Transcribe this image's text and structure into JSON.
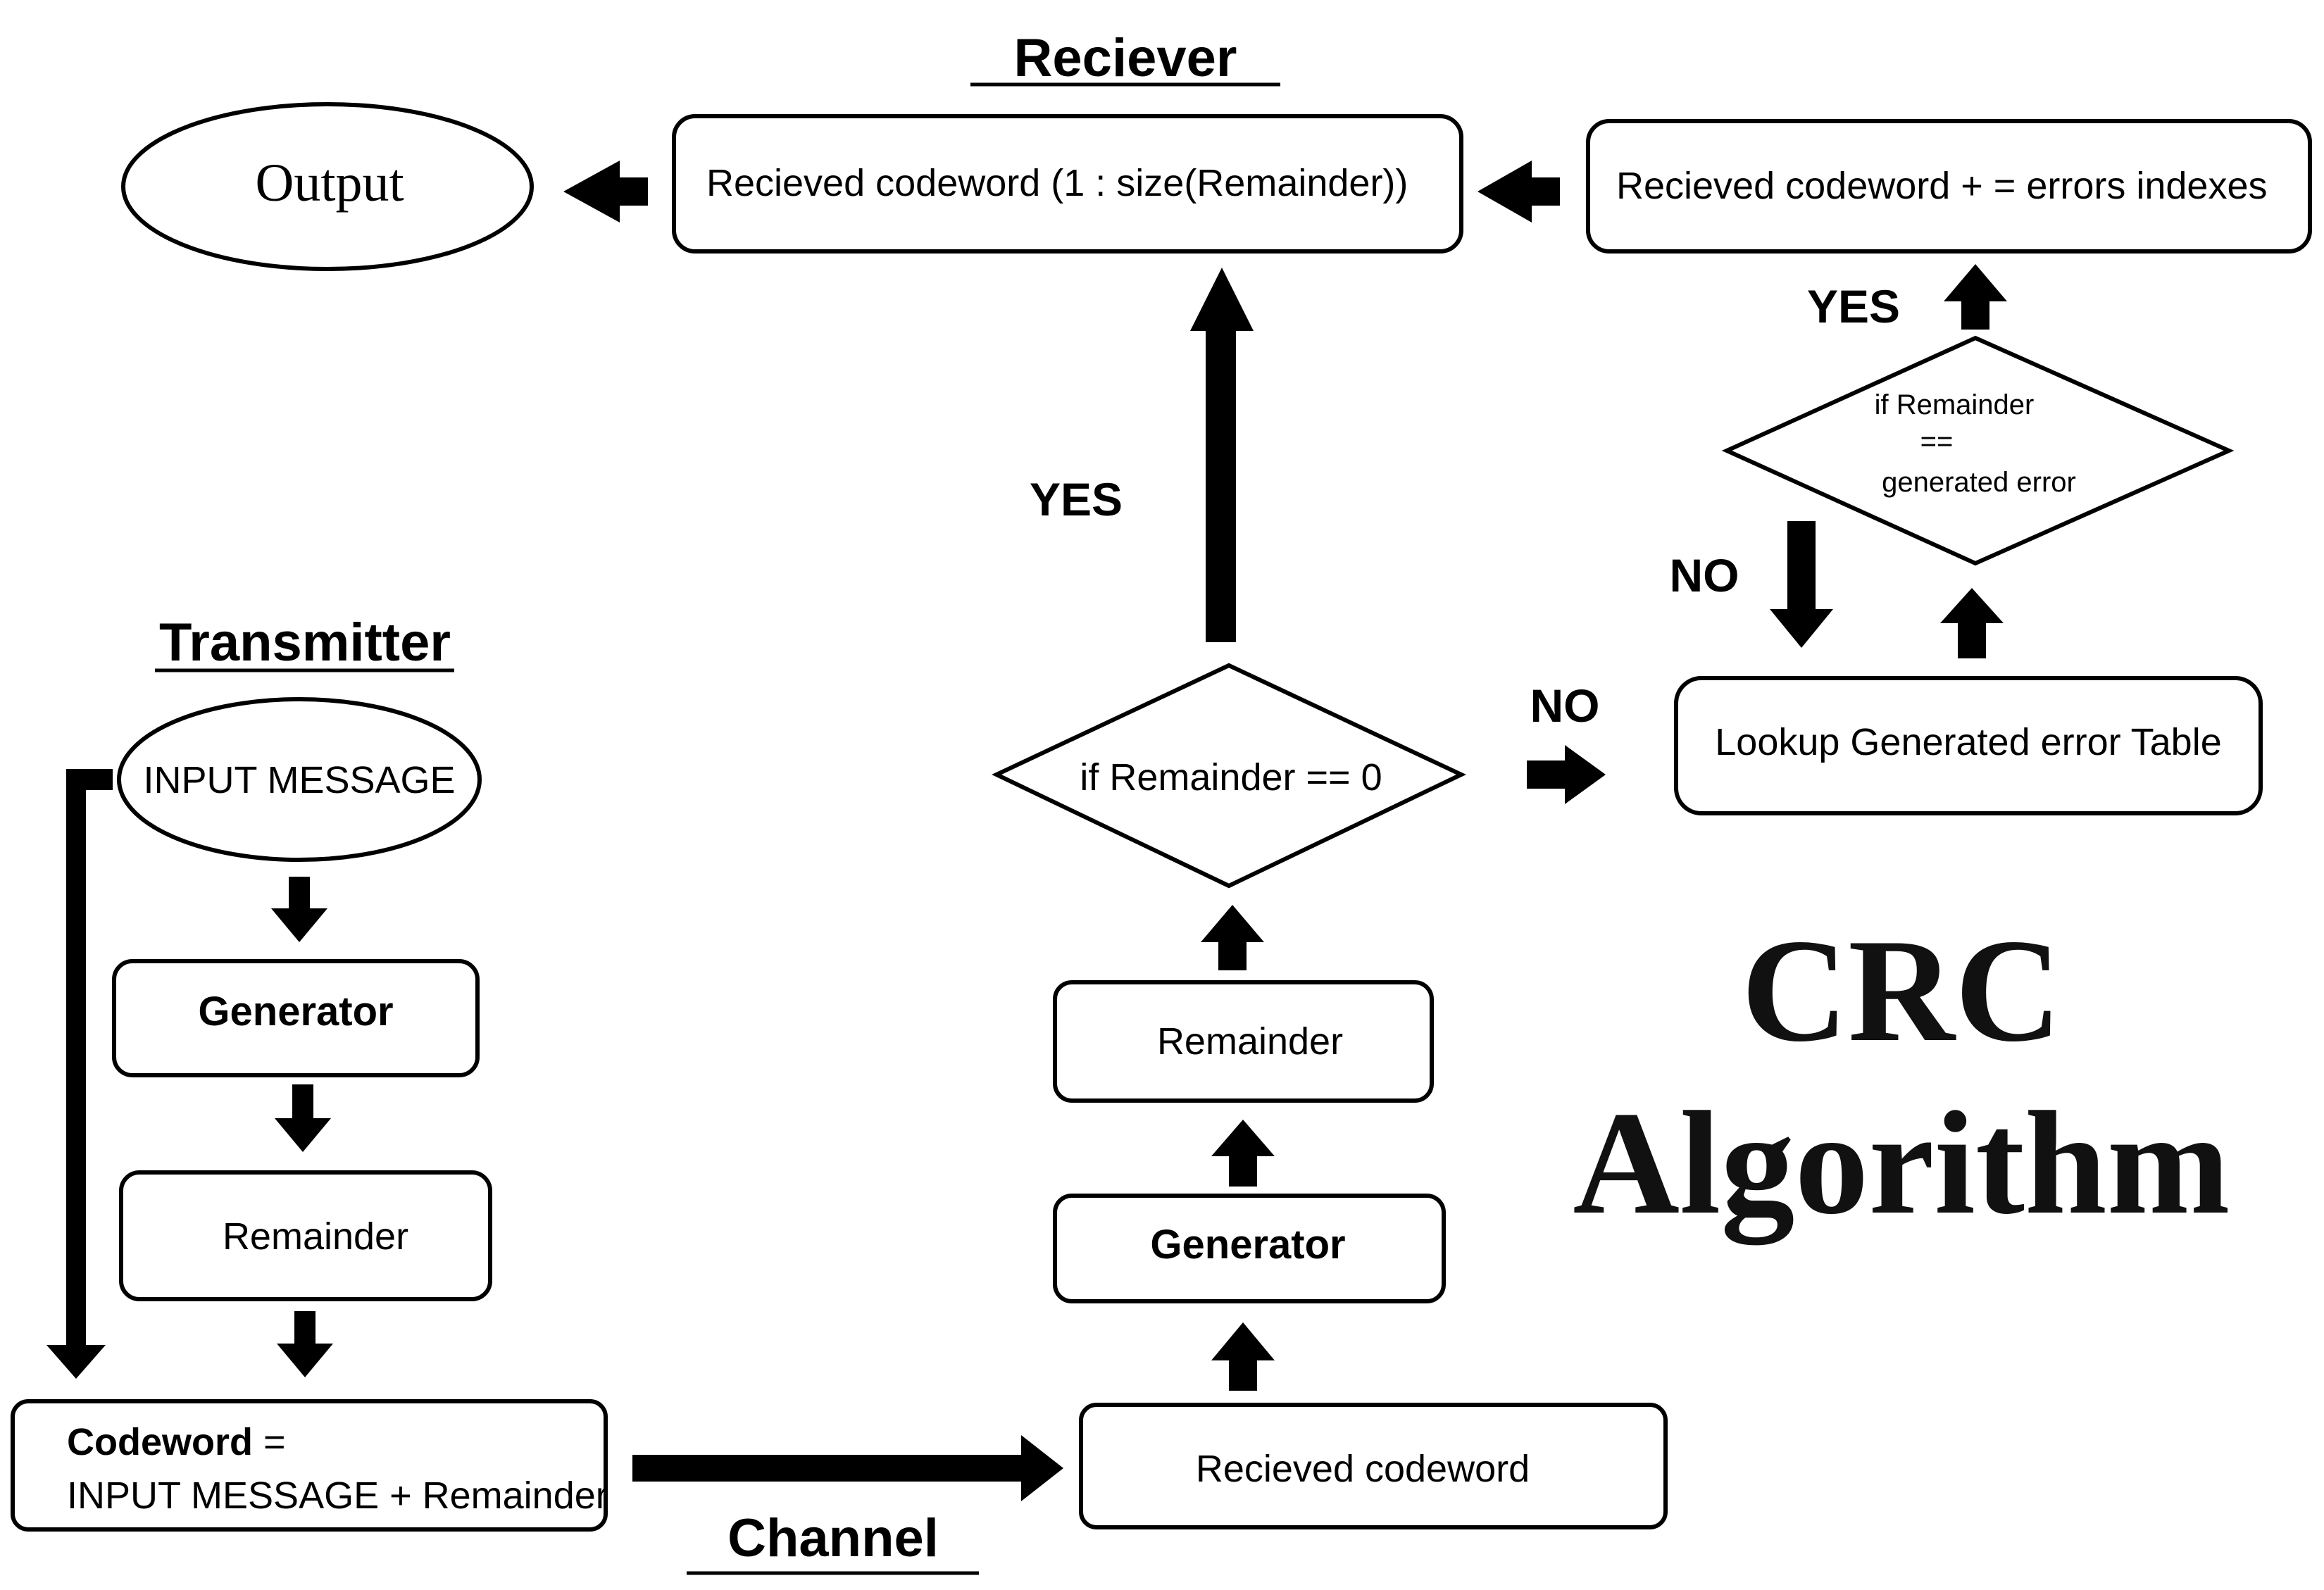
{
  "sections": {
    "receiver": "Reciever",
    "transmitter": "Transmitter",
    "channel": "Channel"
  },
  "title": {
    "line1": "CRC",
    "line2": "Algorithm"
  },
  "transmitter": {
    "input": "INPUT MESSAGE",
    "generator": "Generator",
    "remainder": "Remainder",
    "codeword_label": "Codeword",
    "codeword_eq": " =",
    "codeword_formula": "INPUT MESSAGE + Remainder"
  },
  "receiver": {
    "received_codeword": "Recieved codeword",
    "generator": "Generator",
    "remainder": "Remainder",
    "decision_zero": "if Remainder == 0",
    "lookup": "Lookup Generated error Table",
    "decision_match_line1": "if Remainder",
    "decision_match_line2": "==",
    "decision_match_line3": "generated  error",
    "correct": "Recieved codeword + =  errors indexes",
    "extract": "Recieved codeword  (1 : size(Remainder))",
    "output": "Output"
  },
  "labels": {
    "yes_main": "YES",
    "yes_match": "YES",
    "no_zero": "NO",
    "no_match": "NO"
  }
}
